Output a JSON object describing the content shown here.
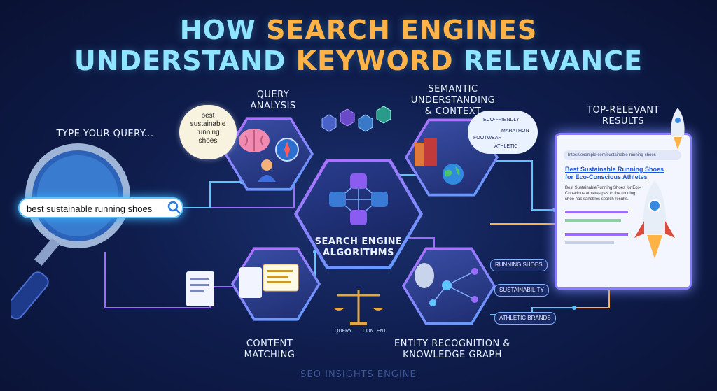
{
  "title": {
    "line1_a": "HOW",
    "line1_b": "SEARCH ENGINES",
    "line2_a": "UNDERSTAND",
    "line2_b": "KEYWORD",
    "line2_c": "RELEVANCE"
  },
  "query": {
    "prompt": "TYPE YOUR QUERY...",
    "text": "best sustainable running shoes"
  },
  "nodes": {
    "query_analysis": "QUERY\nANALYSIS",
    "semantic": "SEMANTIC\nUNDERSTANDING\n& CONTEXT",
    "algorithms": "SEARCH ENGINE\nALGORITHMS",
    "content_matching": "CONTENT\nMATCHING",
    "entity": "ENTITY RECOGNITION &\nKNOWLEDGE GRAPH",
    "results": "TOP-RELEVANT\nRESULTS"
  },
  "query_cloud": "best\nsustainable\nrunning\nshoes",
  "semantic_cloud": {
    "w1": "ECO-FRIENDLY",
    "w2": "MARATHON",
    "w3": "FOOTWEAR",
    "w4": "ATHLETIC"
  },
  "scale": {
    "left": "QUERY",
    "right": "CONTENT"
  },
  "entities": [
    "RUNNING SHOES",
    "SUSTAINABILITY",
    "ATHLETIC BRANDS"
  ],
  "result": {
    "url": "https://example.com/sustainable-running-shoes",
    "title": "Best Sustainable Running Shoes for Eco-Conscious Athletes",
    "desc": "Best SustainableRunning Shoes for Eco-Conscious athletes pas to the running shoe has sandbles search results."
  },
  "footer": "SEO INSIGHTS ENGINE",
  "colors": {
    "accent_cyan": "#8fe4ff",
    "accent_orange": "#ffb347",
    "bg": "#0f1d4d"
  }
}
